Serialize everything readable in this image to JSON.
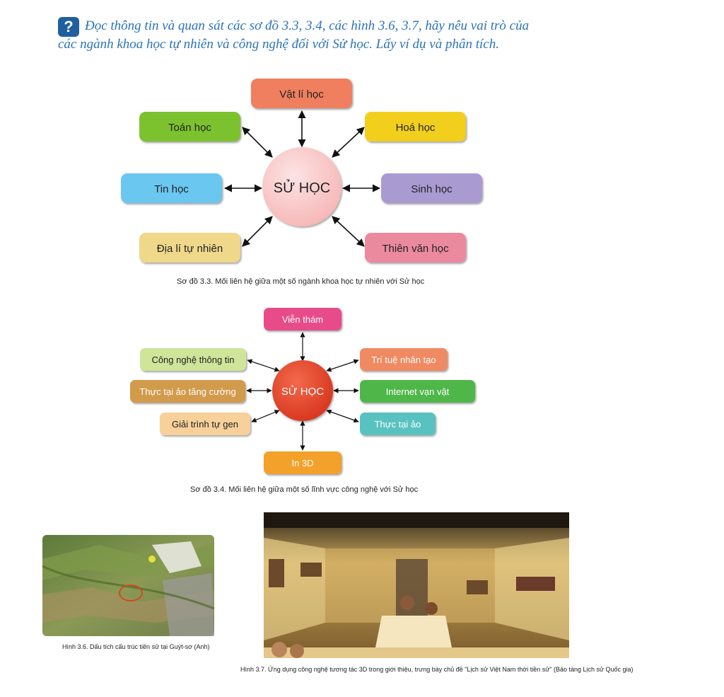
{
  "question": {
    "icon": "?",
    "line1": "Đọc thông tin và quan sát các sơ đồ 3.3, 3.4, các hình 3.6, 3.7, hãy nêu vai trò của",
    "line2": "các ngành khoa học tự nhiên và công nghệ đối với Sử học. Lấy ví dụ và phân tích."
  },
  "diagram1": {
    "center": "SỬ HỌC",
    "caption": "Sơ đồ 3.3. Mối liên hệ giữa một số ngành khoa học tự nhiên với Sử học",
    "nodes": [
      "Vật lí học",
      "Toán học",
      "Hoá học",
      "Tin học",
      "Sinh học",
      "Địa lí tự nhiên",
      "Thiên văn học"
    ],
    "colors": [
      "#ef7f5e",
      "#7cc22f",
      "#f2cf1c",
      "#6bc7ef",
      "#a99bd1",
      "#efd88a",
      "#eb8a9e"
    ]
  },
  "diagram2": {
    "center": "SỬ HỌC",
    "caption": "Sơ đồ 3.4. Mối liên hệ giữa một số lĩnh vực công nghệ với Sử học",
    "nodes": [
      "Viễn thám",
      "Công nghệ thông tin",
      "Trí tuệ nhân tạo",
      "Thực tại ảo tăng cường",
      "Internet vạn vật",
      "Giải trình tự gen",
      "Thực tại ảo",
      "In 3D"
    ],
    "colors": [
      "#e84c8a",
      "#cfe59a",
      "#f08a63",
      "#d29a4c",
      "#4fb74a",
      "#f7d09a",
      "#58c2c0",
      "#f3a12a"
    ]
  },
  "figures": {
    "fig36_caption": "Hình 3.6. Dấu tích cấu trúc tiền sử tại Guýt-sơ (Anh)",
    "fig37_caption": "Hình 3.7. Ứng dụng công nghệ tương tác 3D trong giới thiệu, trưng bày chủ đề \"Lịch sử Việt Nam thời tiền sử\" (Bảo tàng Lịch sử Quốc gia)"
  }
}
